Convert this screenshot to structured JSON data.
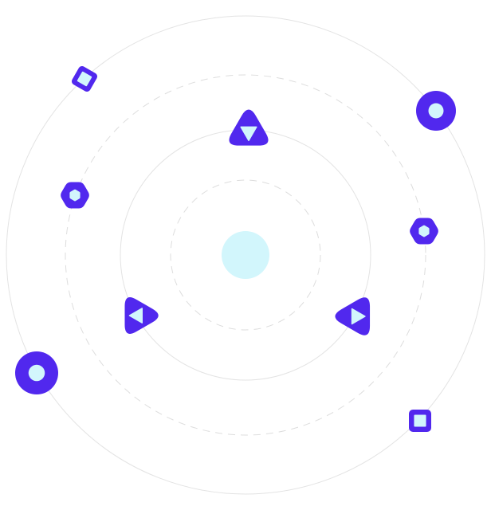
{
  "colors": {
    "background": "#ffffff",
    "accent": "#5128EE",
    "core": "#D2F6FC",
    "inner_fill": "#D2F6FC",
    "ring_solid": "#E3E3E3",
    "ring_dashed": "#DDDDDD"
  },
  "rings": [
    {
      "name": "outer-orbit-ring",
      "style": "solid"
    },
    {
      "name": "middle-dashed-orbit-ring",
      "style": "dashed"
    },
    {
      "name": "inner-orbit-ring",
      "style": "solid"
    },
    {
      "name": "innermost-dashed-orbit-ring",
      "style": "dashed"
    }
  ],
  "core": {
    "name": "center-core-circle-icon"
  },
  "icons": [
    {
      "name": "diamond-icon",
      "shape": "diamond"
    },
    {
      "name": "circle-ring-icon",
      "shape": "circle"
    },
    {
      "name": "triangle-down-icon",
      "shape": "triangle-down"
    },
    {
      "name": "hexagon-icon",
      "shape": "hexagon"
    },
    {
      "name": "hexagon-icon",
      "shape": "hexagon"
    },
    {
      "name": "triangle-left-icon",
      "shape": "triangle-left"
    },
    {
      "name": "triangle-right-icon",
      "shape": "triangle-right"
    },
    {
      "name": "circle-ring-icon",
      "shape": "circle"
    },
    {
      "name": "square-icon",
      "shape": "square"
    }
  ]
}
